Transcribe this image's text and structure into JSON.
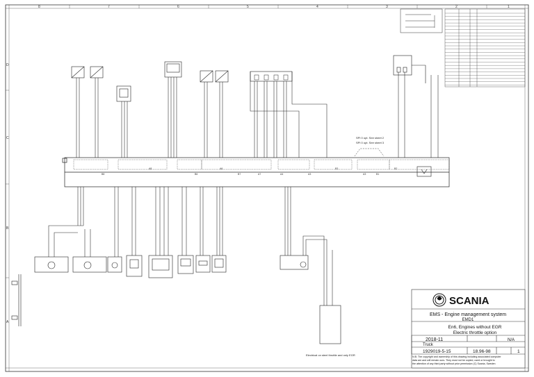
{
  "title_block": {
    "brand": "SCANIA",
    "system_title": "EMS - Engine management system",
    "system_code": "EMD1",
    "variant_line1": "En6, Engines without EGR",
    "variant_line2": "Electric throttle option",
    "date": "2018-11",
    "scale": "N/A",
    "vehicle": "Truck",
    "drawing_no": "1929019-5-15",
    "issue": "18.96-98",
    "sheet": "1",
    "copyright_line1": "N.B. The copyright and ownership of this drawing including associated computer",
    "copyright_line2": "data are and will remain ours. They must not be copied, used or brought to",
    "copyright_line3": "the attention of any third party without prior permission (C) Scania, Sweden"
  },
  "sheet_note": "Electrical on steel throttle and only EGR",
  "sheet_refs": {
    "ref1": "SPI 0 opt. See sheet 2",
    "ref2": "SPI 0 opt. See sheet 3"
  },
  "column_labels": [
    "8",
    "7",
    "6",
    "5",
    "4",
    "3",
    "2",
    "1"
  ],
  "row_labels": [
    "D",
    "C",
    "B",
    "A"
  ],
  "connector_groups": [
    "B8",
    "A8",
    "B6",
    "A6",
    "B7",
    "A7",
    "A4",
    "A3",
    "B3",
    "A3",
    "B1",
    "B2"
  ],
  "colors": {
    "line": "#222222",
    "paper": "#ffffff",
    "frame": "#333333"
  }
}
